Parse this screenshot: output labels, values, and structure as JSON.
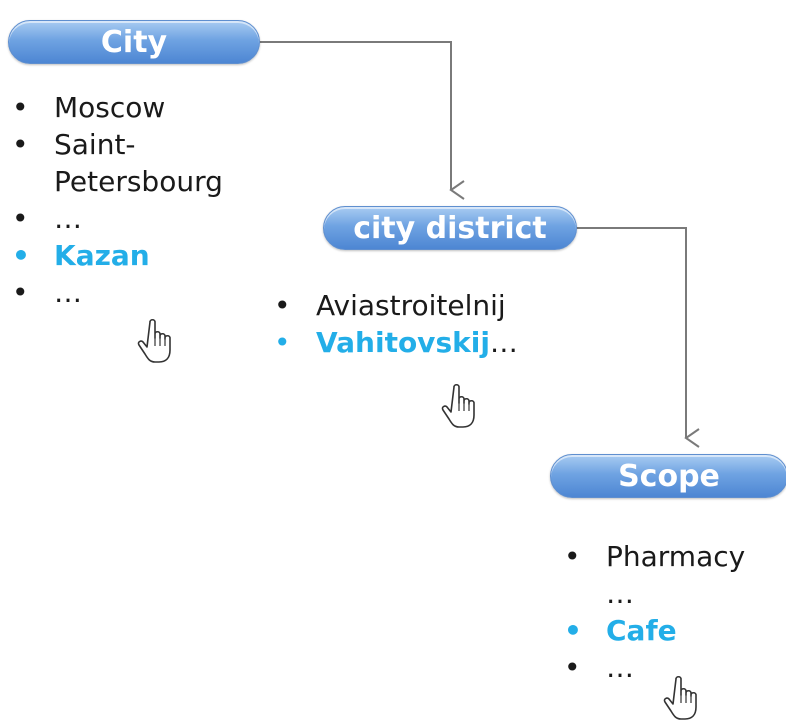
{
  "nodes": {
    "city": {
      "label": "City",
      "items": [
        {
          "text": "Moscow",
          "highlight": false
        },
        {
          "text": "Saint-",
          "cont": "Petersbourg",
          "highlight": false
        },
        {
          "text": "…",
          "highlight": false
        },
        {
          "text": "Kazan",
          "highlight": true
        },
        {
          "text": "…",
          "highlight": false
        }
      ]
    },
    "district": {
      "label": "city district",
      "items": [
        {
          "text": "Aviastroitelnij",
          "highlight": false
        },
        {
          "text": "Vahitovskij",
          "suffix": "…",
          "highlight": true
        }
      ]
    },
    "scope": {
      "label": "Scope",
      "items": [
        {
          "text": "Pharmacy",
          "cont": "…",
          "highlight": false
        },
        {
          "text": "Cafe",
          "highlight": true
        },
        {
          "text": "…",
          "highlight": false
        }
      ]
    }
  },
  "colors": {
    "pill_top": "#a9ccf2",
    "pill_bottom": "#4d86d3",
    "highlight_text": "#23aee8",
    "connector": "#7a7a7a"
  },
  "icons": [
    "hand-pointer-icon"
  ]
}
